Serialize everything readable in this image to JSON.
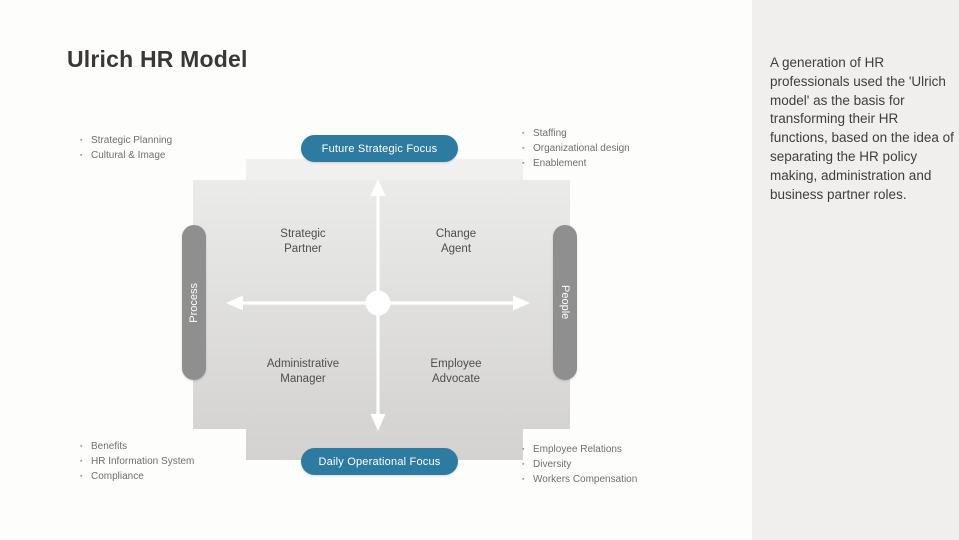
{
  "title": "Ulrich HR Model",
  "sidebar": {
    "text": "A generation of HR professionals used the 'Ulrich model' as the basis for transforming their HR functions, based on the idea of separating the HR policy making, administration and business partner roles."
  },
  "diagram": {
    "axis_top": "Future Strategic Focus",
    "axis_bottom": "Daily Operational Focus",
    "axis_left": "Process",
    "axis_right": "People",
    "quadrants": {
      "top_left": {
        "line1": "Strategic",
        "line2": "Partner"
      },
      "top_right": {
        "line1": "Change",
        "line2": "Agent"
      },
      "bottom_left": {
        "line1": "Administrative",
        "line2": "Manager"
      },
      "bottom_right": {
        "line1": "Employee",
        "line2": "Advocate"
      }
    },
    "bullets": {
      "top_left": [
        "Strategic Planning",
        "Cultural & Image"
      ],
      "top_right": [
        "Staffing",
        "Organizational design",
        "Enablement"
      ],
      "bottom_left": [
        "Benefits",
        "HR Information System",
        "Compliance"
      ],
      "bottom_right": [
        "Employee Relations",
        "Diversity",
        "Workers Compensation"
      ]
    }
  },
  "colors": {
    "accent_teal": "#2e7ba1",
    "pill_gray": "#8f8f8f",
    "panel_bg": "#f0efed"
  }
}
